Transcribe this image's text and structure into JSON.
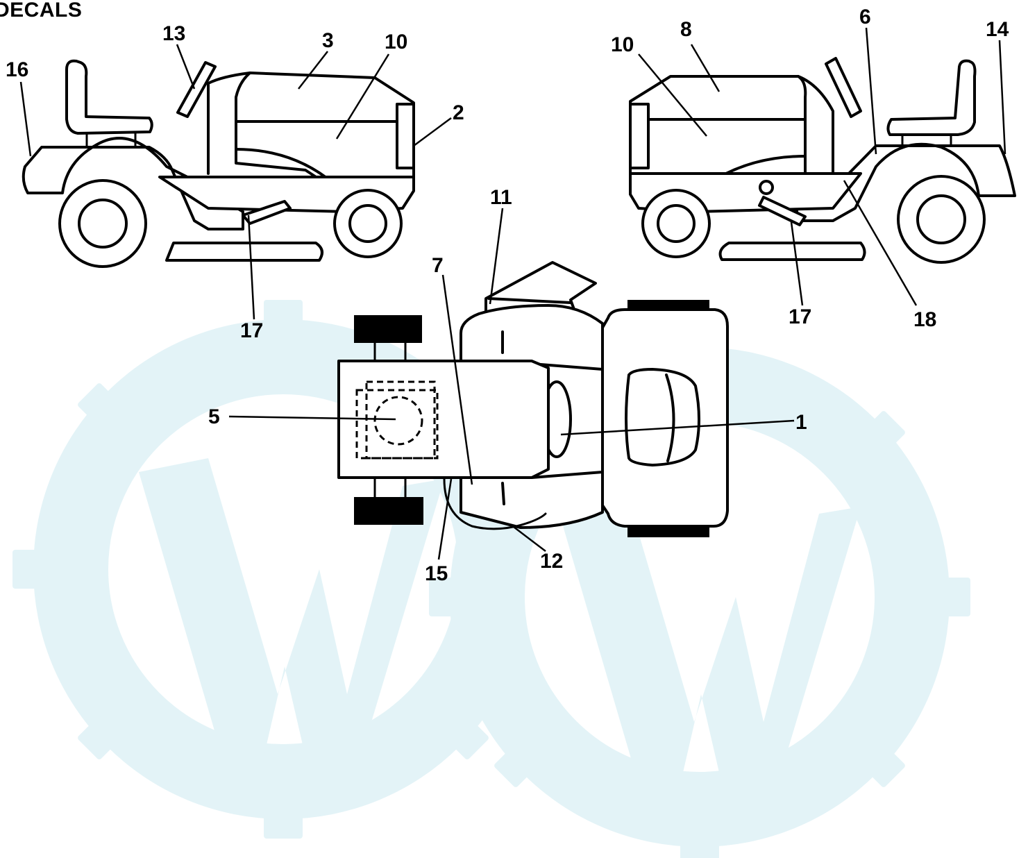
{
  "title": "DECALS",
  "colors": {
    "watermark": "#e3f3f7",
    "ink": "#000000",
    "background": "#ffffff"
  },
  "callouts": {
    "left_side_view": [
      "16",
      "13",
      "3",
      "10",
      "2",
      "17"
    ],
    "right_side_view": [
      "10",
      "8",
      "6",
      "14",
      "17",
      "18"
    ],
    "top_view": [
      "11",
      "7",
      "5",
      "1",
      "15",
      "12"
    ]
  }
}
